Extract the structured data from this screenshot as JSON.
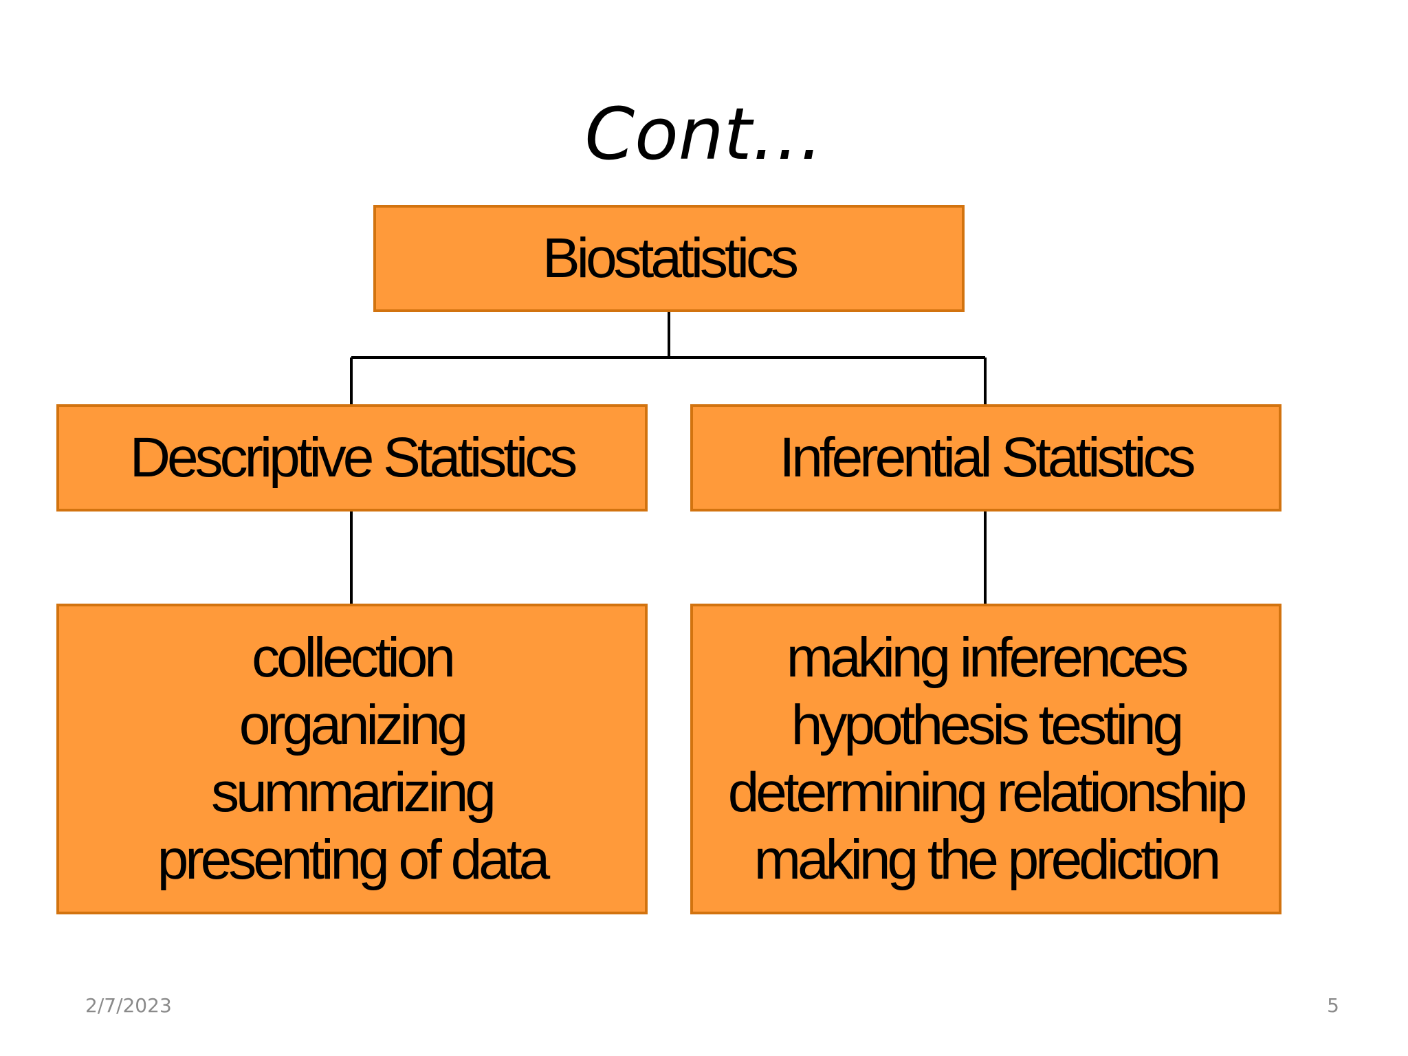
{
  "slide": {
    "title": "Cont…",
    "date": "2/7/2023",
    "page_number": "5"
  },
  "diagram": {
    "root": {
      "label": "Biostatistics"
    },
    "branches": [
      {
        "label": "Descriptive Statistics",
        "items": [
          "collection",
          "organizing",
          "summarizing",
          "presenting of data"
        ]
      },
      {
        "label": "Inferential Statistics",
        "items": [
          "making inferences",
          "hypothesis testing",
          "determining relationship",
          "making the prediction"
        ]
      }
    ]
  },
  "colors": {
    "box_fill": "#FF9A3A",
    "box_border": "#D2730F",
    "connector": "#000000"
  }
}
